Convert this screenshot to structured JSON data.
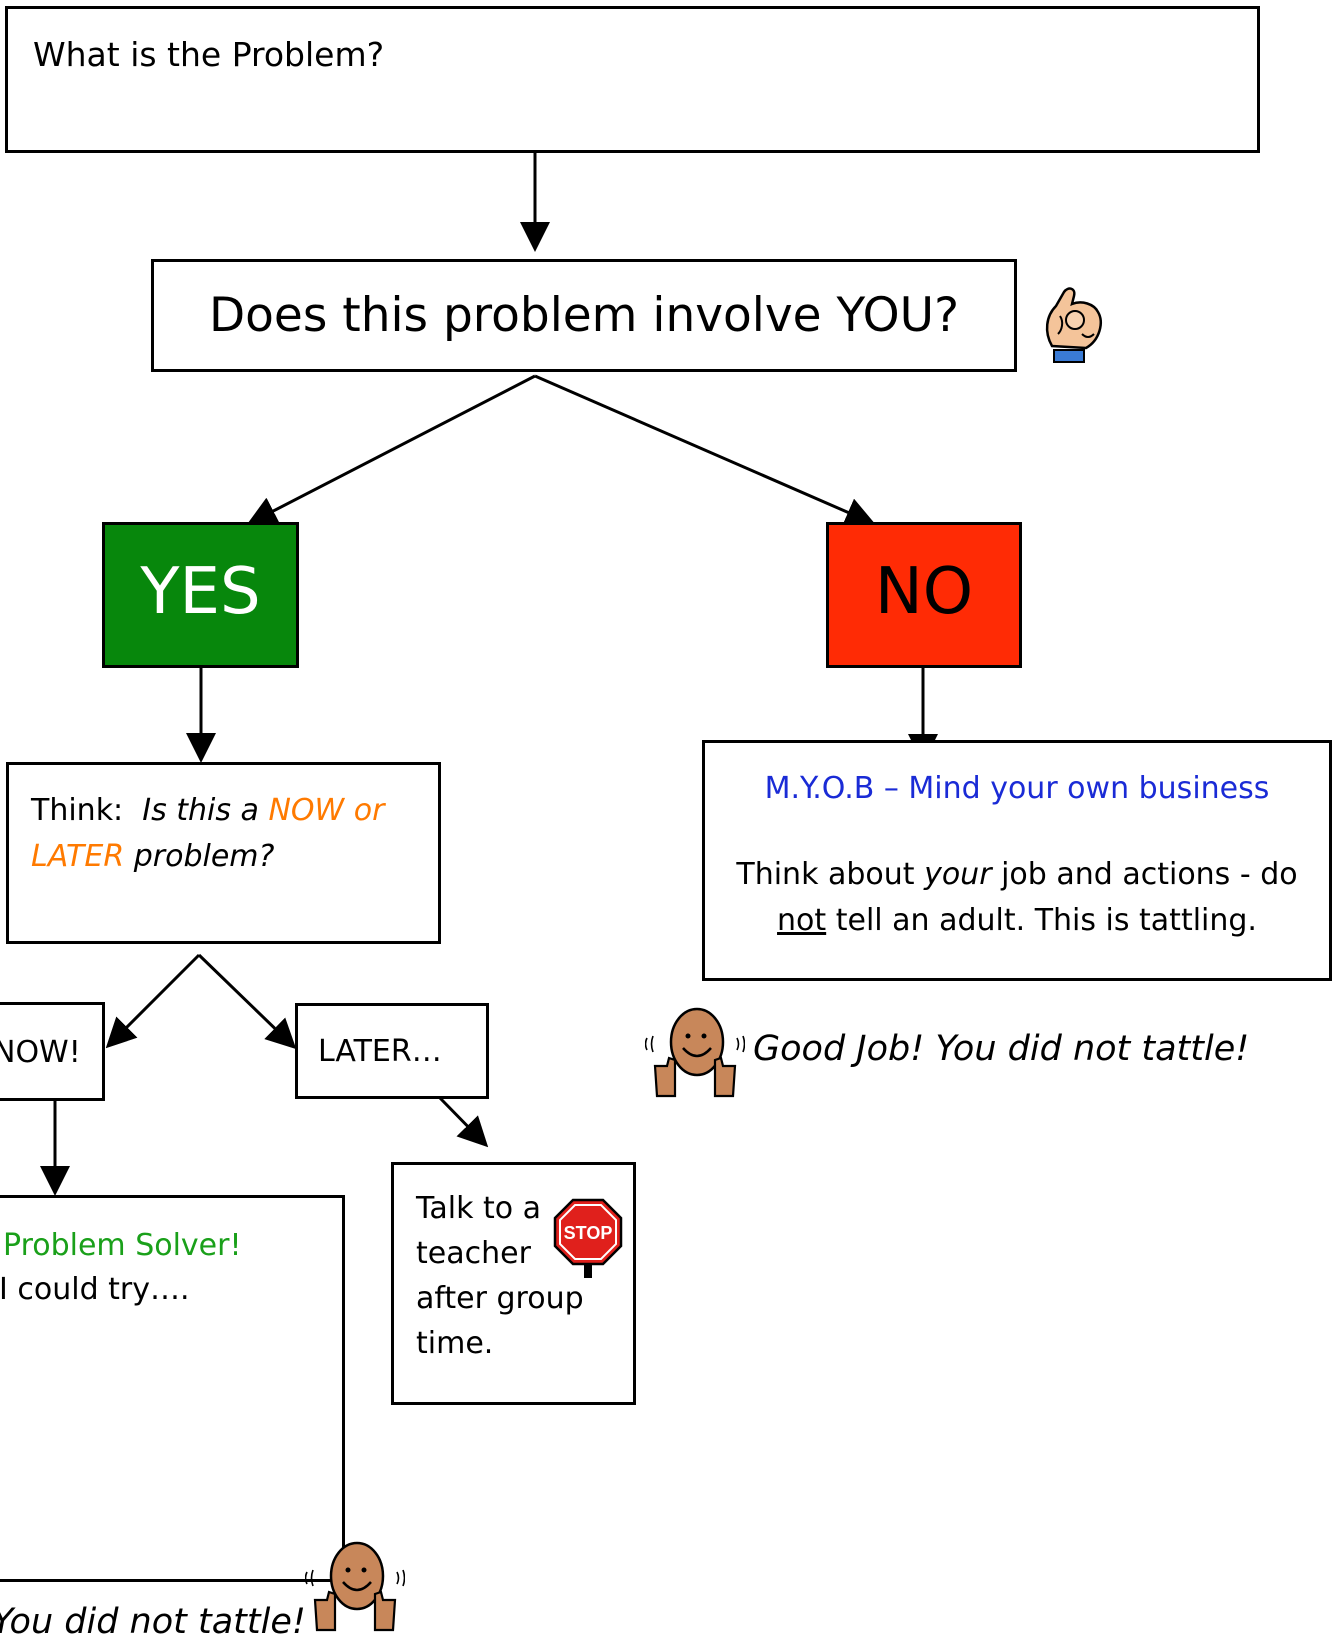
{
  "top_box": {
    "text": "What is the Problem?"
  },
  "question_box": {
    "text": "Does this problem involve YOU?"
  },
  "yes_box": {
    "text": "YES",
    "color": "#07870c"
  },
  "no_box": {
    "text": "NO",
    "color": "#ff2b05"
  },
  "think_box": {
    "prefix": "Think:",
    "line1_italic": "Is this a",
    "now_or": "NOW or",
    "later": "LATER",
    "line2_rest": "problem?",
    "accent_color": "#ff7a00"
  },
  "myob_box": {
    "title": "M.Y.O.B – Mind your own business",
    "title_color": "#1a2bd6",
    "line1_a": "Think about",
    "line1_your": "your",
    "line1_b": "job and actions  - do",
    "line2_not": "not",
    "line2_b": "tell an adult.  This is tattling."
  },
  "good_job_right": "Good Job!  You did not tattle!",
  "now_box": {
    "text": "NOW!"
  },
  "later_box": {
    "text": "LATER…"
  },
  "problem_solver_box": {
    "title": "Problem Solver!",
    "title_color": "#1aa01a",
    "line2": "I could try…."
  },
  "talk_box": {
    "lines": [
      "Talk to a",
      "teacher",
      "after group",
      "time."
    ]
  },
  "stop_sign": {
    "text": "STOP",
    "color": "#e0201c"
  },
  "good_job_bottom": "You did not tattle!",
  "icons": [
    "pointing-hand-icon",
    "thumbs-up-person-icon",
    "stop-sign-icon"
  ]
}
